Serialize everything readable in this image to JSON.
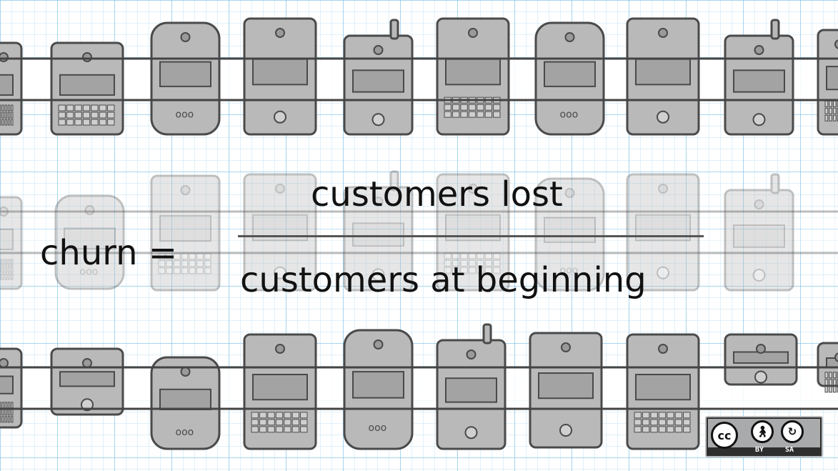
{
  "formula": {
    "lhs": "churn =",
    "numerator": "customers lost",
    "denominator": "customers at beginning"
  },
  "license_badge": {
    "by_label": "BY",
    "sa_label": "SA"
  },
  "colors": {
    "grid": "#78bee6",
    "phone_fill": "#b9b9b9",
    "phone_outline": "#4a4a4a",
    "text": "#111111"
  }
}
